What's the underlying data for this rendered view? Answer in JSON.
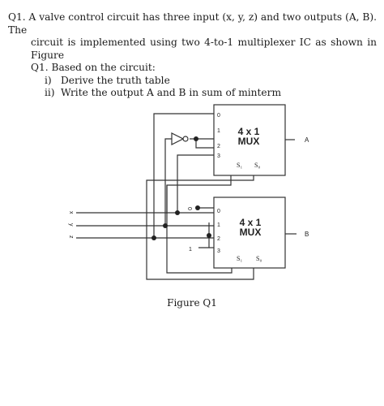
{
  "question": {
    "line1": "Q1. A valve control circuit has three input (x, y, z) and two outputs (A, B). The",
    "line2": "circuit is implemented using two 4-to-1 multiplexer IC as shown in Figure",
    "line3": "Q1. Based on the circuit:",
    "items": [
      {
        "num": "i)",
        "text": "Derive the truth table"
      },
      {
        "num": "ii)",
        "text": "Write the output A and B in sum of minterm"
      }
    ]
  },
  "figure": {
    "caption": "Figure Q1",
    "mux_top": {
      "line1": "4 x 1",
      "line2": "MUX",
      "inputs": [
        "0",
        "1",
        "2",
        "3"
      ],
      "sel1": "S₁",
      "sel0": "S₀",
      "output": "A"
    },
    "mux_bottom": {
      "line1": "4 x 1",
      "line2": "MUX",
      "inputs": [
        "0",
        "1",
        "2",
        "3"
      ],
      "sel1": "S₁",
      "sel0": "S₀",
      "output": "B"
    },
    "inputs": [
      "x",
      "y",
      "z"
    ],
    "constants": {
      "zero": "0",
      "one": "1"
    }
  }
}
